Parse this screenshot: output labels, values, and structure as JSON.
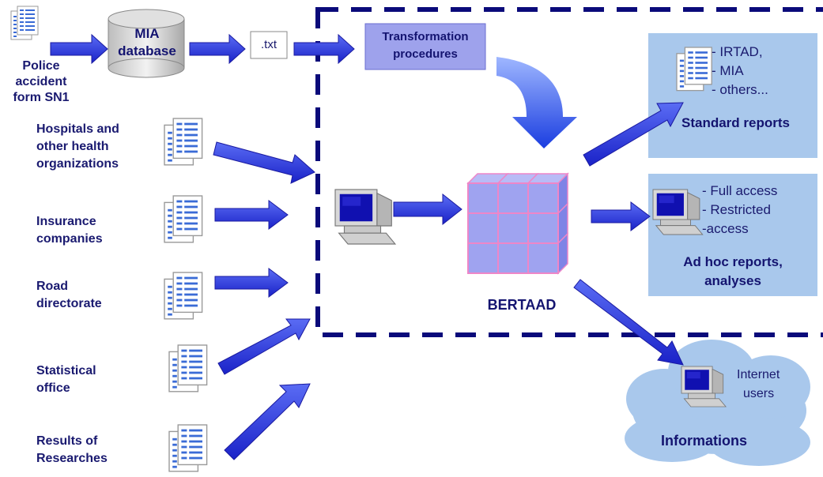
{
  "sources": {
    "police": "Police accident form SN1",
    "mia": "MIA database",
    "txt": ".txt",
    "transformation": "Transformation procedures",
    "hospitals": "Hospitals and other health organizations",
    "insurance": "Insurance companies",
    "road": "Road directorate",
    "statistical": "Statistical office",
    "research": "Results of Researches"
  },
  "center": {
    "name": "BERTAAD"
  },
  "outputs": {
    "standard": {
      "title": "Standard reports",
      "items": [
        "- IRTAD,",
        "- MIA",
        "- others..."
      ]
    },
    "adhoc": {
      "title_line1": "Ad hoc reports,",
      "title_line2": "analyses",
      "items": [
        "- Full access",
        "- Restricted",
        "-access"
      ]
    },
    "internet": {
      "line1": "Internet",
      "line2": "users",
      "title": "Informations"
    }
  },
  "colors": {
    "arrow": "#2b2fe0",
    "panel": "#a9c8ec",
    "dashed_border": "#0a0a7a",
    "cube_face": "#9fa3f0",
    "cube_edge": "#ee86c8"
  }
}
